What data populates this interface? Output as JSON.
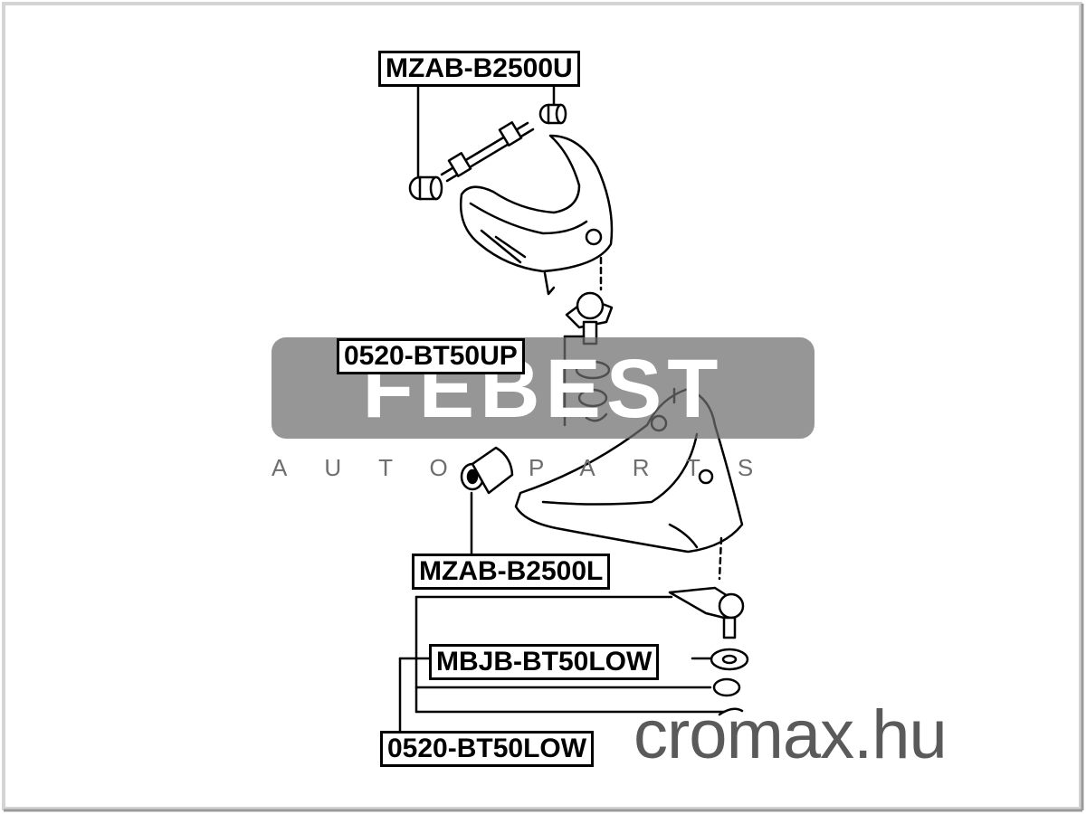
{
  "labels": {
    "upper_arm": "MZAB-B2500U",
    "upper_ball_joint": "0520-BT50UP",
    "lower_arm": "MZAB-B2500L",
    "lower_ball_joint_boot": "MBJB-BT50LOW",
    "lower_ball_joint": "0520-BT50LOW"
  },
  "watermark": {
    "brand": "FEBEST",
    "tagline": "AUTO PARTS"
  },
  "site": "cromax.hu",
  "colors": {
    "line": "#000000",
    "watermark_band": "#6e6e6e",
    "watermark_text": "#ffffff",
    "site_text": "#5a5a5a",
    "frame": "#d9d9d9"
  }
}
